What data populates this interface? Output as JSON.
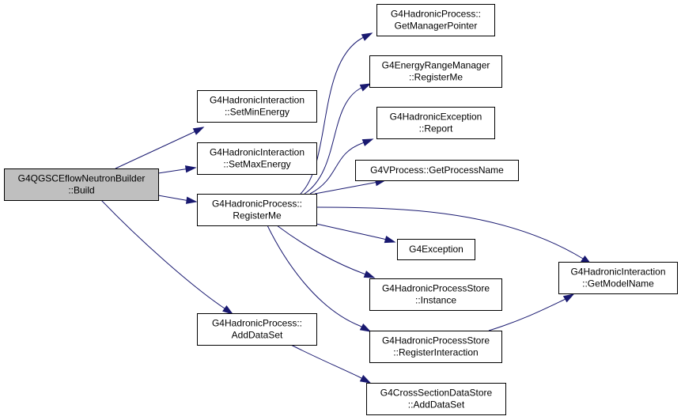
{
  "graph": {
    "root": "root",
    "colors": {
      "edge": "#191970",
      "root_fill": "#bfbfbf",
      "node_fill": "#ffffff",
      "border": "#000000"
    },
    "nodes": [
      {
        "id": "root",
        "name": "node-g4qgscef-build",
        "lines": [
          "G4QGSCEflowNeutronBuilder",
          "::Build"
        ]
      },
      {
        "id": "setmin",
        "name": "node-hadint-setminenergy",
        "lines": [
          "G4HadronicInteraction",
          "::SetMinEnergy"
        ]
      },
      {
        "id": "setmax",
        "name": "node-hadint-setmaxenergy",
        "lines": [
          "G4HadronicInteraction",
          "::SetMaxEnergy"
        ]
      },
      {
        "id": "regme",
        "name": "node-hadproc-registerme",
        "lines": [
          "G4HadronicProcess::",
          "RegisterMe"
        ]
      },
      {
        "id": "adds",
        "name": "node-hadproc-adddataset",
        "lines": [
          "G4HadronicProcess::",
          "AddDataSet"
        ]
      },
      {
        "id": "getmp",
        "name": "node-hadproc-getmanagerpointer",
        "lines": [
          "G4HadronicProcess::",
          "GetManagerPointer"
        ]
      },
      {
        "id": "erm",
        "name": "node-energyrangemanager-registerme",
        "lines": [
          "G4EnergyRangeManager",
          "::RegisterMe"
        ]
      },
      {
        "id": "hexc",
        "name": "node-hadexception-report",
        "lines": [
          "G4HadronicException",
          "::Report"
        ]
      },
      {
        "id": "vproc",
        "name": "node-vprocess-getprocessname",
        "lines": [
          "G4VProcess::GetProcessName"
        ]
      },
      {
        "id": "g4exc",
        "name": "node-g4exception",
        "lines": [
          "G4Exception"
        ]
      },
      {
        "id": "hpsi",
        "name": "node-hadprocstore-instance",
        "lines": [
          "G4HadronicProcessStore",
          "::Instance"
        ]
      },
      {
        "id": "hpsr",
        "name": "node-hadprocstore-registerinteraction",
        "lines": [
          "G4HadronicProcessStore",
          "::RegisterInteraction"
        ]
      },
      {
        "id": "csds",
        "name": "node-crosssectiondatastore-adddataset",
        "lines": [
          "G4CrossSectionDataStore",
          "::AddDataSet"
        ]
      },
      {
        "id": "higet",
        "name": "node-hadint-getmodelname",
        "lines": [
          "G4HadronicInteraction",
          "::GetModelName"
        ]
      }
    ],
    "edges": [
      {
        "from": "root",
        "to": "setmin"
      },
      {
        "from": "root",
        "to": "setmax"
      },
      {
        "from": "root",
        "to": "regme"
      },
      {
        "from": "root",
        "to": "adds"
      },
      {
        "from": "regme",
        "to": "getmp"
      },
      {
        "from": "regme",
        "to": "erm"
      },
      {
        "from": "regme",
        "to": "hexc"
      },
      {
        "from": "regme",
        "to": "vproc"
      },
      {
        "from": "regme",
        "to": "g4exc"
      },
      {
        "from": "regme",
        "to": "hpsi"
      },
      {
        "from": "regme",
        "to": "hpsr"
      },
      {
        "from": "regme",
        "to": "higet"
      },
      {
        "from": "hpsr",
        "to": "higet"
      },
      {
        "from": "adds",
        "to": "csds"
      }
    ]
  }
}
